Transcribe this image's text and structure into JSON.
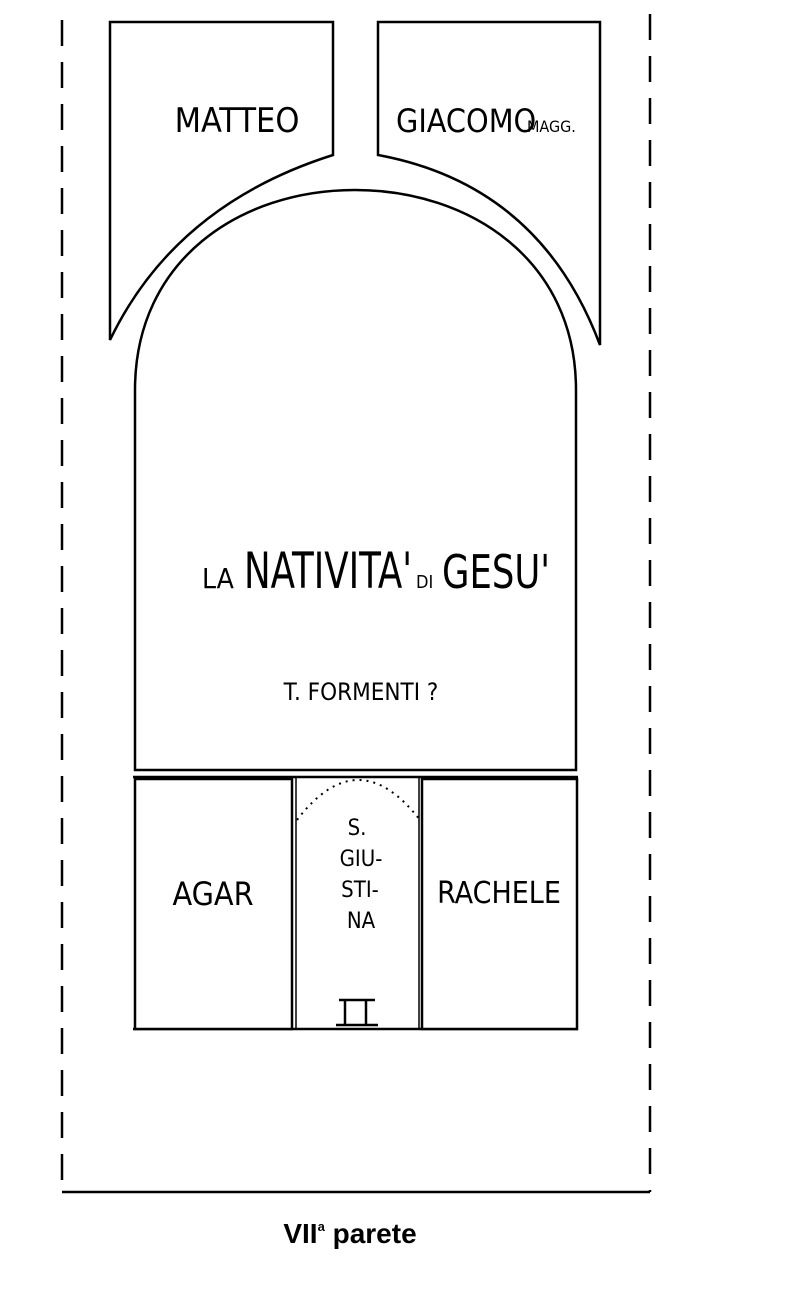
{
  "panels": {
    "matteo": "MATTEO",
    "giacomo": "GIACOMO",
    "giacomo_suffix": "MAGG.",
    "nativita_la": "LA",
    "nativita_main": "NATIVITA'",
    "nativita_di": "DI",
    "nativita_gesu": "GESU'",
    "attribution": "T. FORMENTI ?",
    "agar": "AGAR",
    "rachele": "RACHELE",
    "niche_lines": [
      "S.",
      "GIU-",
      "STI-",
      "NA"
    ]
  },
  "caption": {
    "roman": "VII",
    "superscript": "a",
    "word": "parete"
  }
}
